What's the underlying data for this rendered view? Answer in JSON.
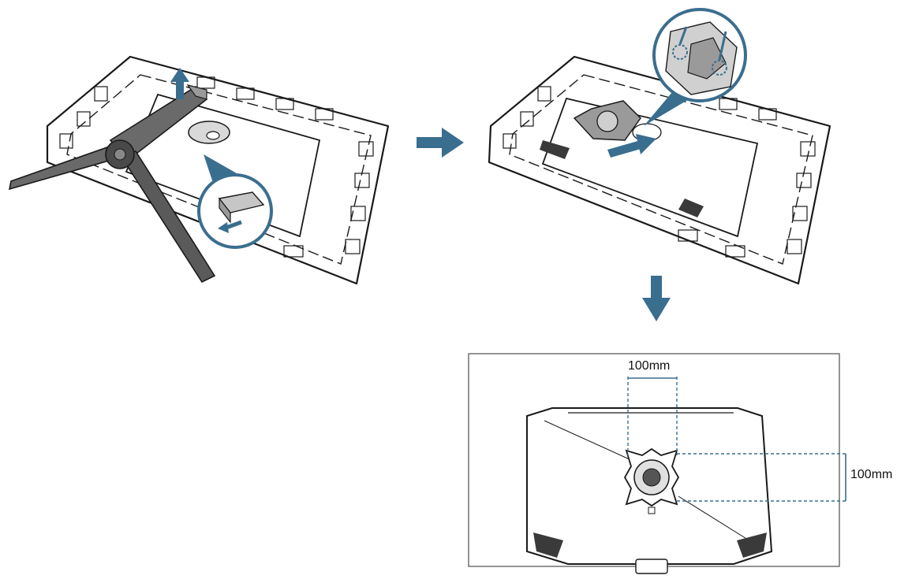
{
  "diagram": {
    "steps": [
      {
        "id": "step-1",
        "caption": ""
      },
      {
        "id": "step-2",
        "caption": ""
      },
      {
        "id": "step-3",
        "caption": ""
      }
    ],
    "vesa": {
      "horizontal_label": "100mm",
      "vertical_label": "100mm"
    },
    "colors": {
      "accent": "#3a6e8f",
      "line": "#1a1a1a",
      "fill_light": "#ffffff",
      "fill_mid": "#bdbdbd",
      "fill_dark": "#4a4a4a"
    },
    "icons": [
      "arrow-right-icon",
      "arrow-down-icon",
      "arrow-up-icon",
      "magnifier-callout-icon"
    ]
  }
}
